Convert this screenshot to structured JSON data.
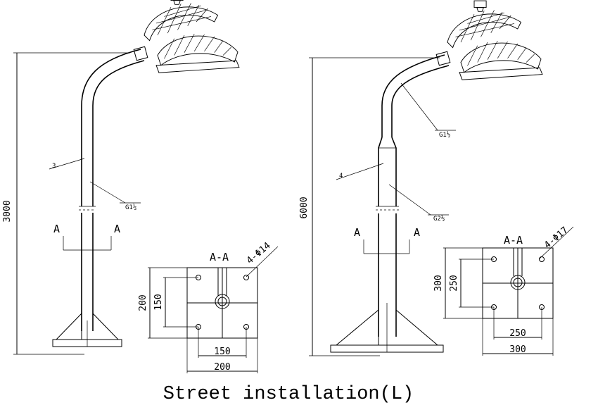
{
  "caption": "Street installation(L)",
  "left": {
    "height_label": "3000",
    "part_label": "3",
    "thread_label": "G1½",
    "section_left": "A",
    "section_right": "A",
    "plate": {
      "title": "A-A",
      "hole_label": "4-Φ14",
      "dim_outer_v": "200",
      "dim_inner_v": "150",
      "dim_inner_h": "150",
      "dim_outer_h": "200"
    }
  },
  "right": {
    "height_label": "6000",
    "part_label": "4",
    "thread_label_top": "G1½",
    "thread_label_bottom": "G2½",
    "section_left": "A",
    "section_right": "A",
    "plate": {
      "title": "A-A",
      "hole_label": "4-Φ17",
      "dim_outer_v": "300",
      "dim_inner_v": "250",
      "dim_inner_h": "250",
      "dim_outer_h": "300"
    }
  }
}
